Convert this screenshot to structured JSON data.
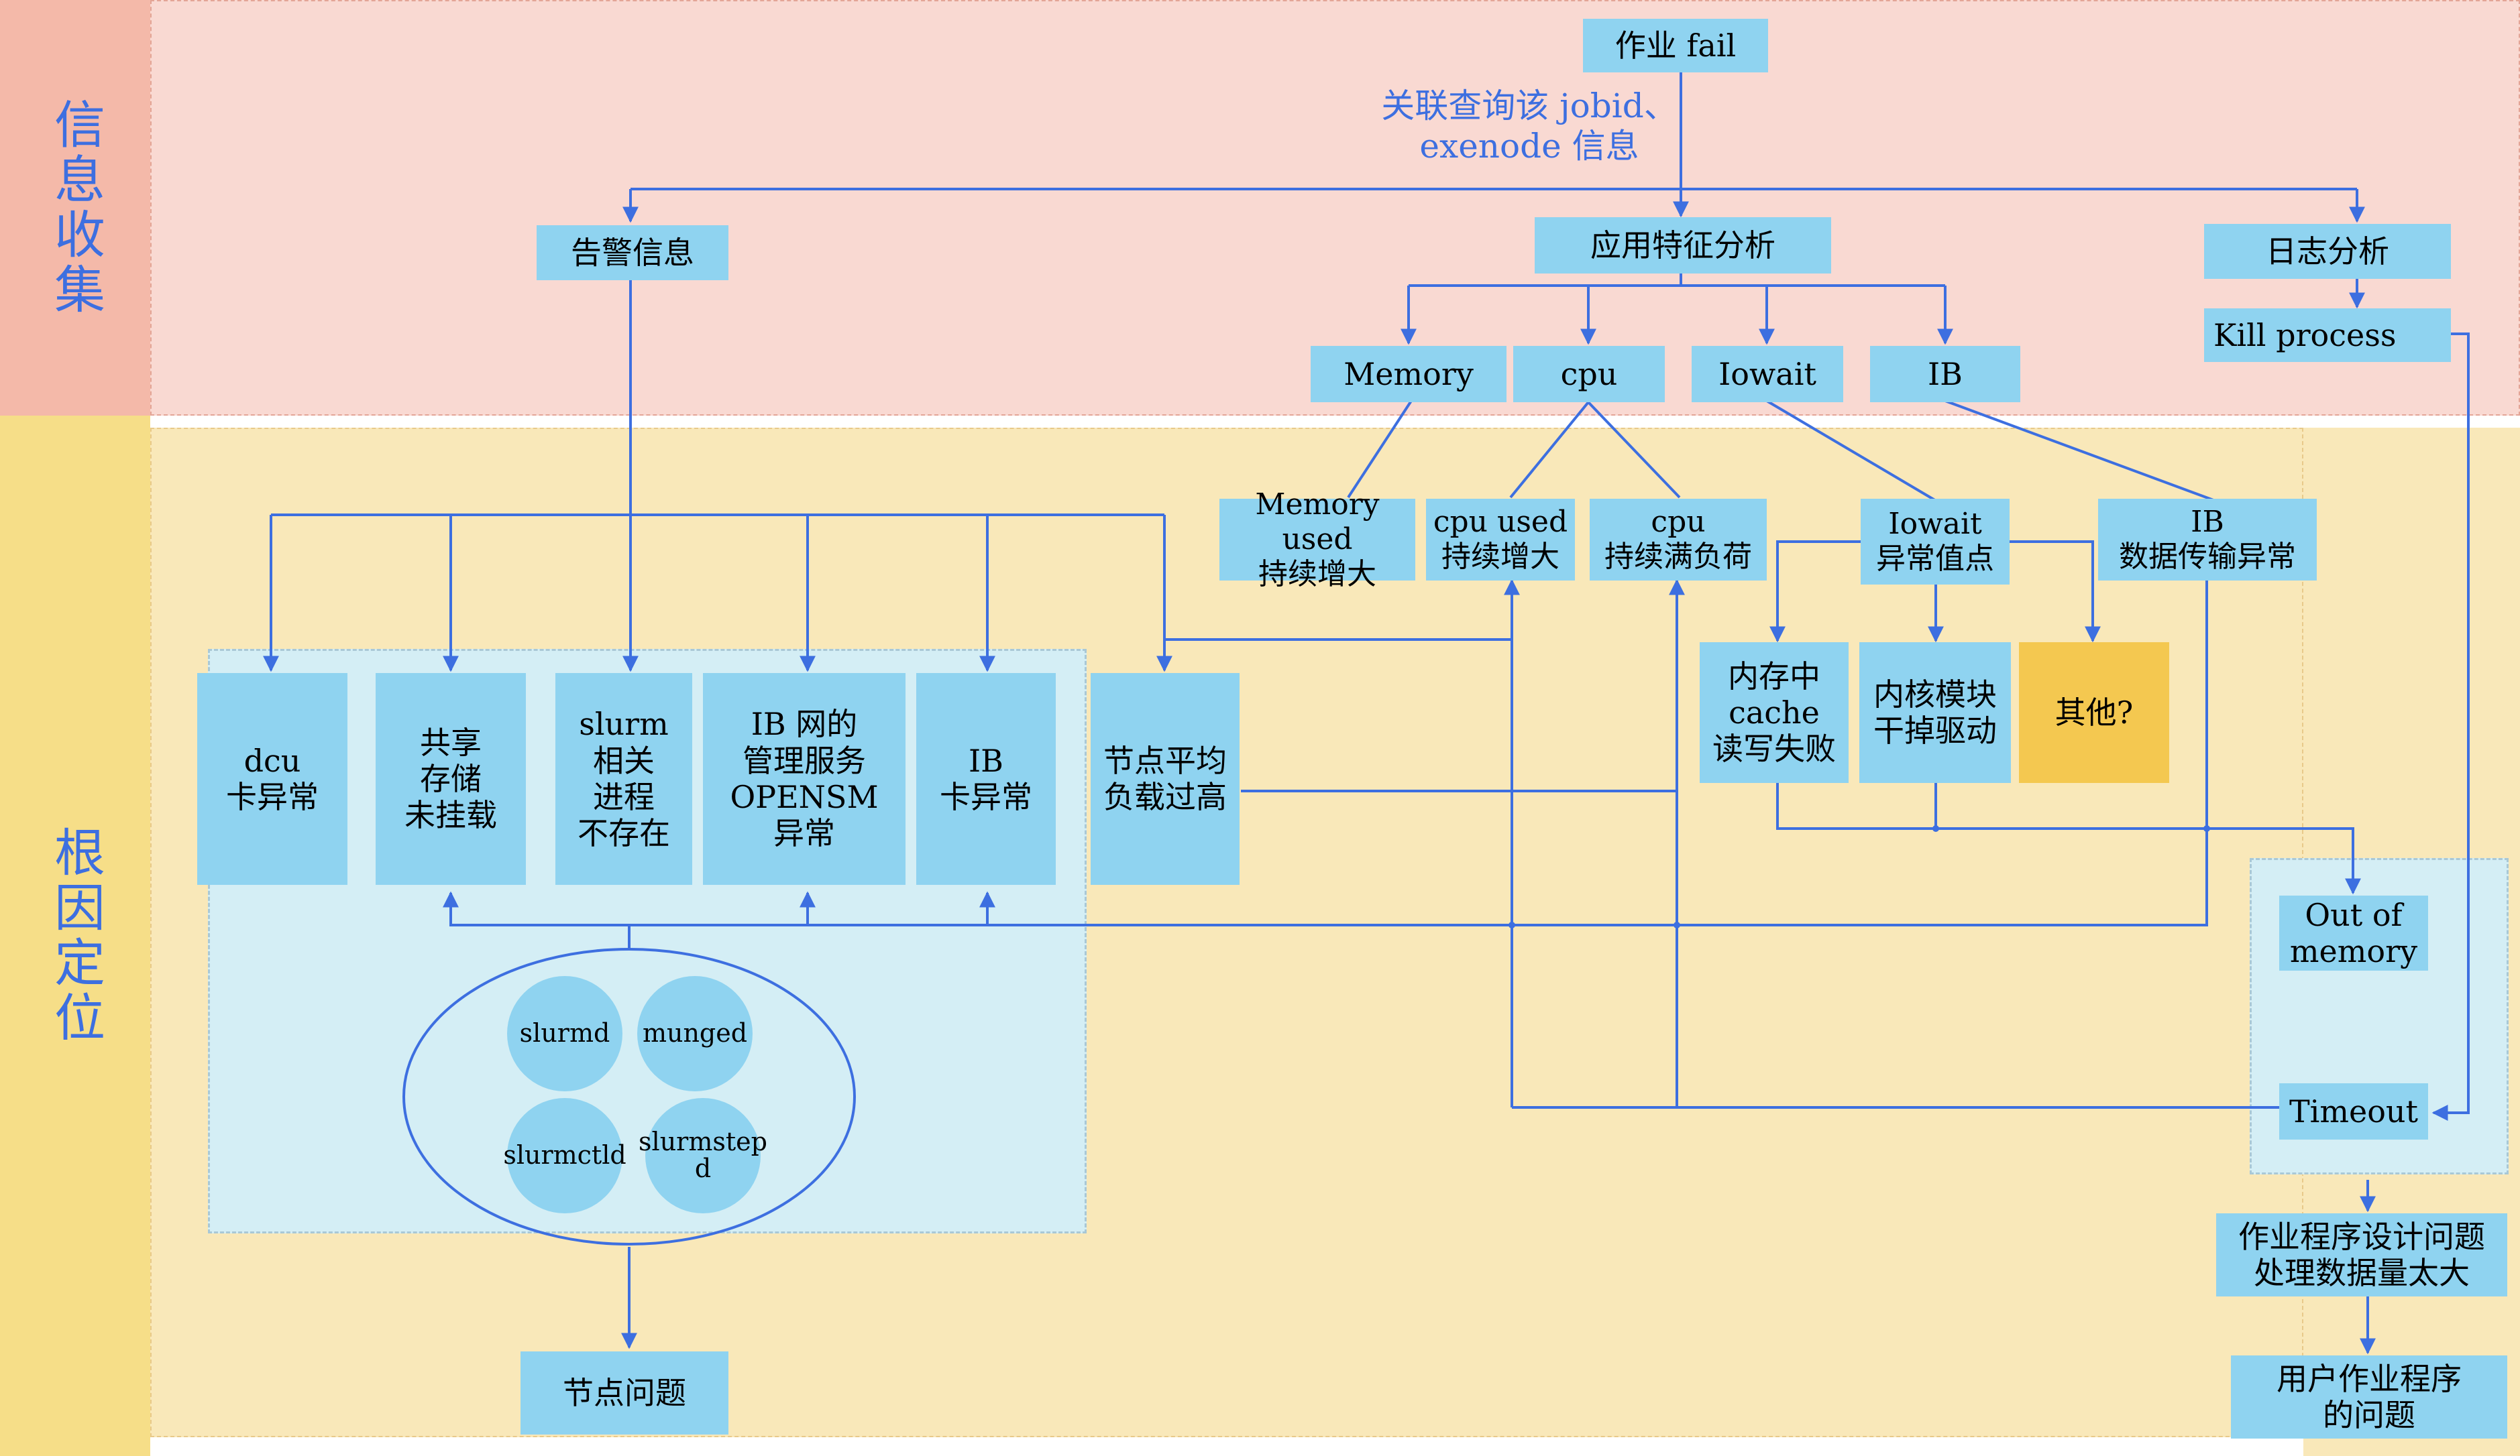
{
  "bands": {
    "collect": "信息收集",
    "locate": "根因定位"
  },
  "top": {
    "job_fail": "作业 fail",
    "query_note": "关联查询该 jobid、\nexenode 信息",
    "alarm_info": "告警信息",
    "app_analysis": "应用特征分析",
    "log_analysis": "日志分析",
    "kill_process": "Kill process",
    "metrics": [
      "Memory",
      "cpu",
      "Iowait",
      "IB"
    ]
  },
  "symptoms": {
    "memory_used": "Memory used\n持续增大",
    "cpu_used": "cpu used\n持续增大",
    "cpu_full": "cpu\n持续满负荷",
    "iowait_peak": "Iowait\n异常值点",
    "ib_error": "IB\n数据传输异常"
  },
  "iowait_causes": {
    "cache_fail": "内存中\ncache\n读写失败",
    "kernel_drop": "内核模块\n干掉驱动",
    "other": "其他?"
  },
  "node_causes": {
    "dcu": "dcu\n卡异常",
    "shared_storage": "共享\n存储\n未挂载",
    "slurm_proc": "slurm\n相关\n进程\n不存在",
    "ib_mgmt": "IB 网的\n管理服务\nOPENSM\n异常",
    "ib_card": "IB\n卡异常",
    "load_high": "节点平均\n负载过高"
  },
  "slurm_services": [
    "slurmd",
    "munged",
    "slurmctld",
    "slurmstep\nd"
  ],
  "right": {
    "oom": "Out of\nmemory",
    "timeout": "Timeout",
    "design_issue": "作业程序设计问题\n处理数据量太大",
    "user_issue": "用户作业程序\n的问题"
  },
  "bottom": {
    "node_issue": "节点问题"
  },
  "colors": {
    "arrow": "#3d6fe0",
    "box": "#8fd3f0",
    "highlight": "#f4c850"
  }
}
